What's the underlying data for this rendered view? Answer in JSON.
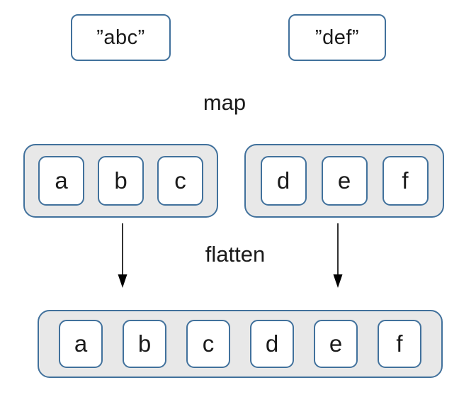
{
  "diagram": {
    "strings": {
      "left": "”abc”",
      "right": "”def”"
    },
    "operations": {
      "map": "map",
      "flatten": "flatten"
    },
    "mapped_lists": {
      "left": {
        "items": [
          "a",
          "b",
          "c"
        ]
      },
      "right": {
        "items": [
          "d",
          "e",
          "f"
        ]
      }
    },
    "flattened_list": {
      "items": [
        "a",
        "b",
        "c",
        "d",
        "e",
        "f"
      ]
    },
    "colors": {
      "outline_blue": "#41719C",
      "container_fill": "#E8E8E8",
      "text": "#1A1A1A",
      "arrow": "#000000"
    }
  }
}
